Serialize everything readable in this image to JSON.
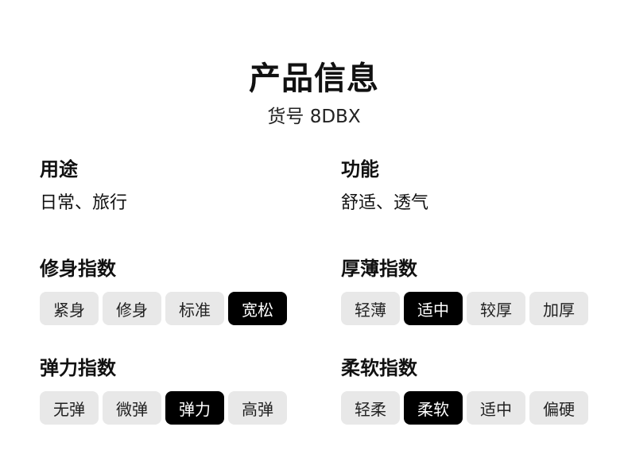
{
  "header": {
    "title": "产品信息",
    "item_code": "货号 8DBX"
  },
  "usage": {
    "label": "用途",
    "value": "日常、旅行"
  },
  "function": {
    "label": "功能",
    "value": "舒适、透气"
  },
  "fit_index": {
    "label": "修身指数",
    "options": [
      "紧身",
      "修身",
      "标准",
      "宽松"
    ],
    "selected": "宽松"
  },
  "thickness_index": {
    "label": "厚薄指数",
    "options": [
      "轻薄",
      "适中",
      "较厚",
      "加厚"
    ],
    "selected": "适中"
  },
  "elasticity_index": {
    "label": "弹力指数",
    "options": [
      "无弹",
      "微弹",
      "弹力",
      "高弹"
    ],
    "selected": "弹力"
  },
  "softness_index": {
    "label": "柔软指数",
    "options": [
      "轻柔",
      "柔软",
      "适中",
      "偏硬"
    ],
    "selected": "柔软"
  },
  "colors": {
    "chip_default": "#e8e8e8",
    "chip_selected": "#000000",
    "text": "#111111"
  }
}
